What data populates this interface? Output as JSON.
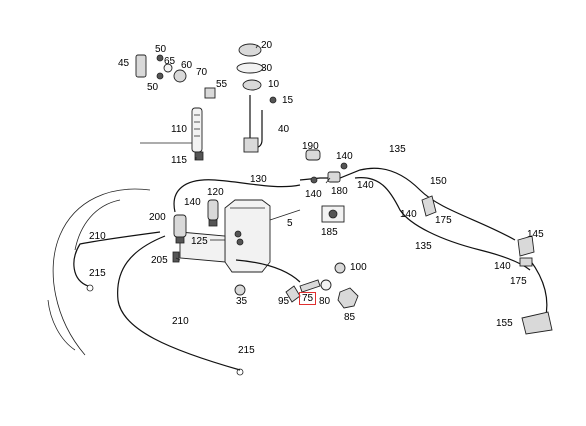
{
  "diagram": {
    "highlighted_part": "75",
    "callouts": [
      {
        "id": "c20",
        "label": "20"
      },
      {
        "id": "c30",
        "label": "30"
      },
      {
        "id": "c10",
        "label": "10"
      },
      {
        "id": "c15",
        "label": "15"
      },
      {
        "id": "c40",
        "label": "40"
      },
      {
        "id": "c45",
        "label": "45"
      },
      {
        "id": "c50a",
        "label": "50"
      },
      {
        "id": "c65",
        "label": "65"
      },
      {
        "id": "c60",
        "label": "60"
      },
      {
        "id": "c70",
        "label": "70"
      },
      {
        "id": "c50b",
        "label": "50"
      },
      {
        "id": "c55",
        "label": "55"
      },
      {
        "id": "c110",
        "label": "110"
      },
      {
        "id": "c115",
        "label": "115"
      },
      {
        "id": "c190",
        "label": "190"
      },
      {
        "id": "c140a",
        "label": "140"
      },
      {
        "id": "c135a",
        "label": "135"
      },
      {
        "id": "c140b",
        "label": "140"
      },
      {
        "id": "c180",
        "label": "180"
      },
      {
        "id": "c140c",
        "label": "140"
      },
      {
        "id": "c150",
        "label": "150"
      },
      {
        "id": "c130",
        "label": "130"
      },
      {
        "id": "c140d",
        "label": "140"
      },
      {
        "id": "c175a",
        "label": "175"
      },
      {
        "id": "c120",
        "label": "120"
      },
      {
        "id": "c140e",
        "label": "140"
      },
      {
        "id": "c5",
        "label": "5"
      },
      {
        "id": "c185",
        "label": "185"
      },
      {
        "id": "c200",
        "label": "200"
      },
      {
        "id": "c210a",
        "label": "210"
      },
      {
        "id": "c125",
        "label": "125"
      },
      {
        "id": "c135b",
        "label": "135"
      },
      {
        "id": "c145",
        "label": "145"
      },
      {
        "id": "c205",
        "label": "205"
      },
      {
        "id": "c100",
        "label": "100"
      },
      {
        "id": "c140f",
        "label": "140"
      },
      {
        "id": "c215a",
        "label": "215"
      },
      {
        "id": "c175b",
        "label": "175"
      },
      {
        "id": "c35",
        "label": "35"
      },
      {
        "id": "c95",
        "label": "95"
      },
      {
        "id": "c75",
        "label": "75"
      },
      {
        "id": "c80",
        "label": "80"
      },
      {
        "id": "c85",
        "label": "85"
      },
      {
        "id": "c155",
        "label": "155"
      },
      {
        "id": "c210b",
        "label": "210"
      },
      {
        "id": "c215b",
        "label": "215"
      }
    ]
  }
}
